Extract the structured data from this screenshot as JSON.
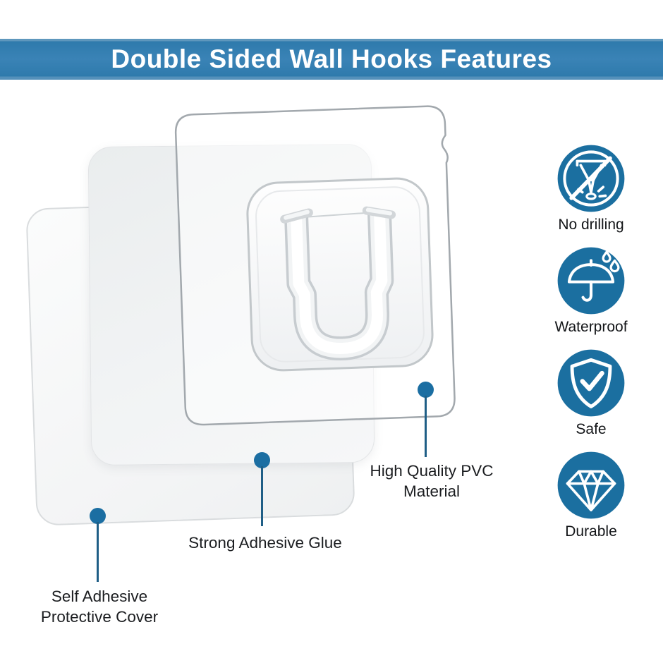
{
  "header": {
    "title": "Double Sided Wall Hooks Features"
  },
  "product": {
    "name": "transparent double sided adhesive wall hook"
  },
  "callouts": [
    {
      "name": "high-quality-pvc-material",
      "lines": [
        "High Quality PVC",
        "Material"
      ]
    },
    {
      "name": "strong-adhesive-glue",
      "lines": [
        "Strong Adhesive Glue"
      ]
    },
    {
      "name": "self-adhesive-protective-cover",
      "lines": [
        "Self Adhesive",
        "Protective Cover"
      ]
    }
  ],
  "features": [
    {
      "icon": "no-drilling-icon",
      "label": "No drilling"
    },
    {
      "icon": "waterproof-icon",
      "label": "Waterproof"
    },
    {
      "icon": "safe-shield-icon",
      "label": "Safe"
    },
    {
      "icon": "durable-diamond-icon",
      "label": "Durable"
    }
  ],
  "colors": {
    "banner_blue": "#3a83b6",
    "icon_blue": "#1b6fa0",
    "callout_dot_blue": "#1b6ea2",
    "callout_line_blue": "#1f5e86"
  }
}
